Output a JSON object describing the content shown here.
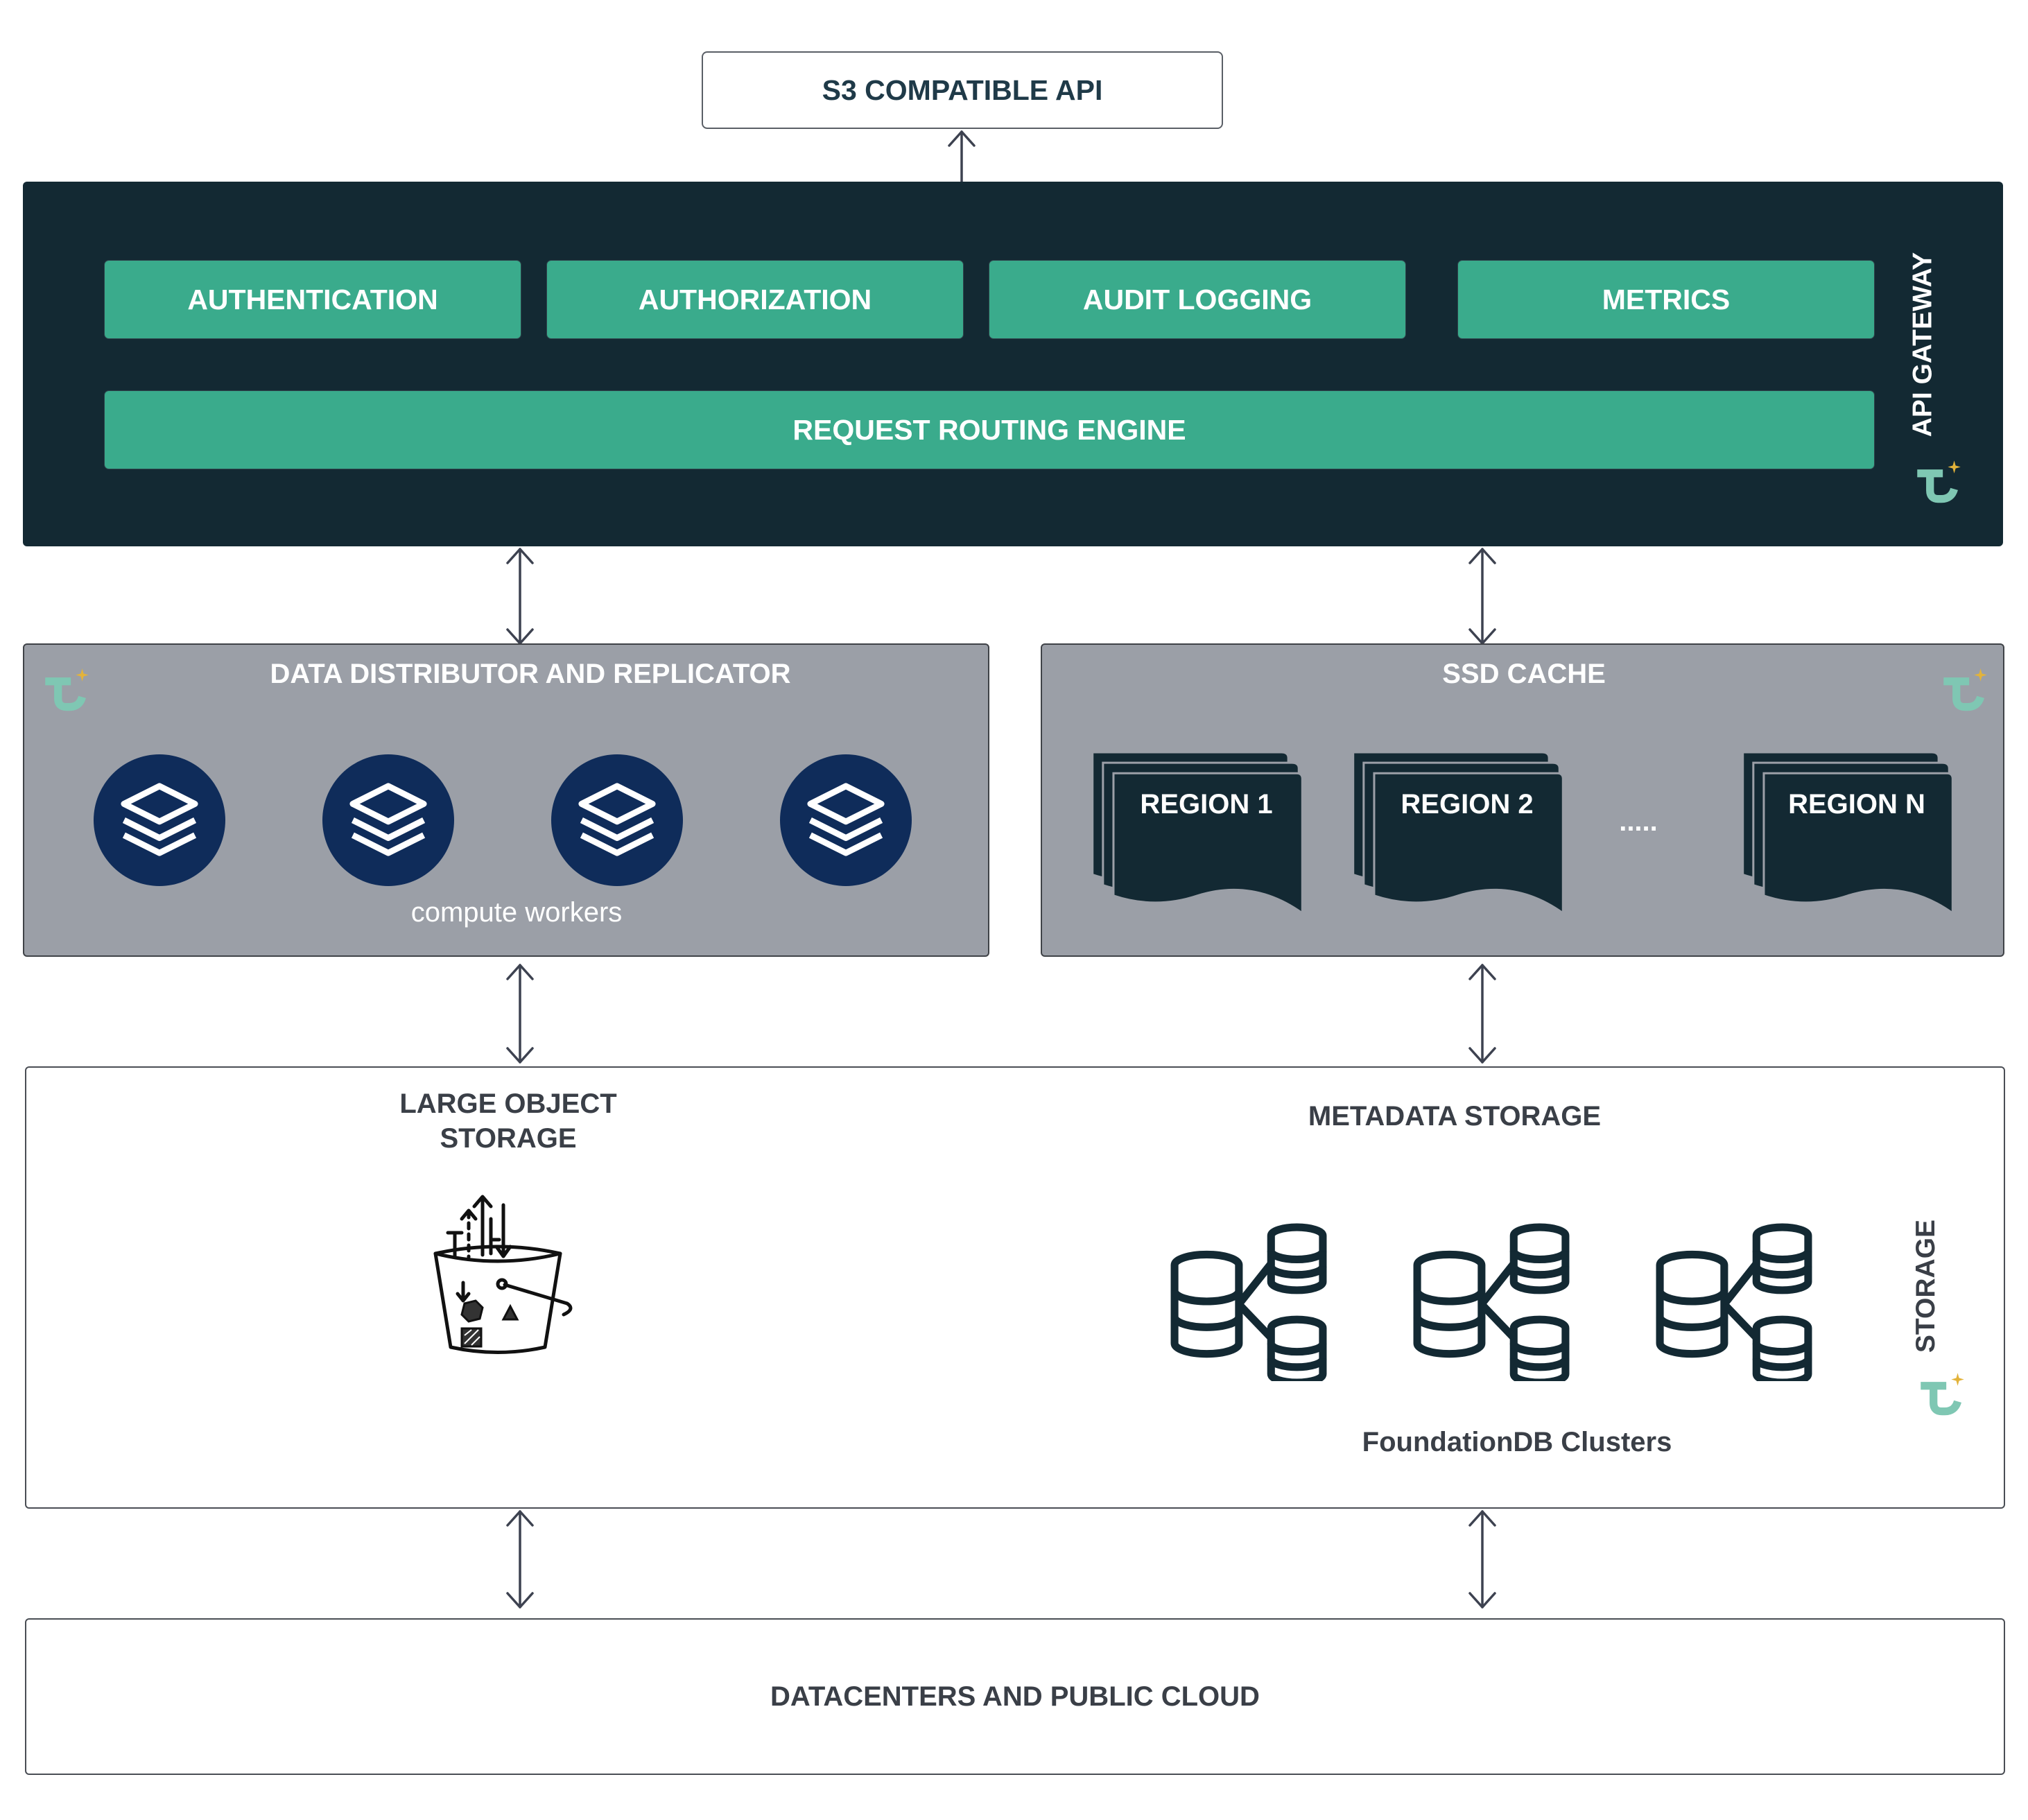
{
  "api": {
    "label": "S3 COMPATIBLE API"
  },
  "gateway": {
    "label": "API GATEWAY",
    "modules": [
      "AUTHENTICATION",
      "AUTHORIZATION",
      "AUDIT LOGGING",
      "METRICS"
    ],
    "routing": "REQUEST ROUTING ENGINE"
  },
  "distributor": {
    "title": "DATA DISTRIBUTOR AND REPLICATOR",
    "caption": "compute workers",
    "worker_icon": "layers-icon",
    "worker_count": 4
  },
  "cache": {
    "title": "SSD CACHE",
    "regions": [
      "REGION 1",
      "REGION 2",
      "REGION N"
    ],
    "ellipsis": "....."
  },
  "storage": {
    "label": "STORAGE",
    "large_object_title": "LARGE OBJECT STORAGE",
    "large_object_icon": "bucket-icon",
    "metadata_title": "METADATA STORAGE",
    "metadata_caption": "FoundationDB Clusters",
    "cluster_icon": "database-cluster-icon",
    "cluster_count": 3
  },
  "datacenters": {
    "label": "DATACENTERS AND PUBLIC CLOUD"
  },
  "colors": {
    "gateway_bg": "#132933",
    "module_green": "#3aab8c",
    "panel_grey": "#9b9fa7",
    "worker_navy": "#0f2c5a",
    "logo_teal": "#7fc7b3",
    "logo_spark": "#e3b33a"
  }
}
